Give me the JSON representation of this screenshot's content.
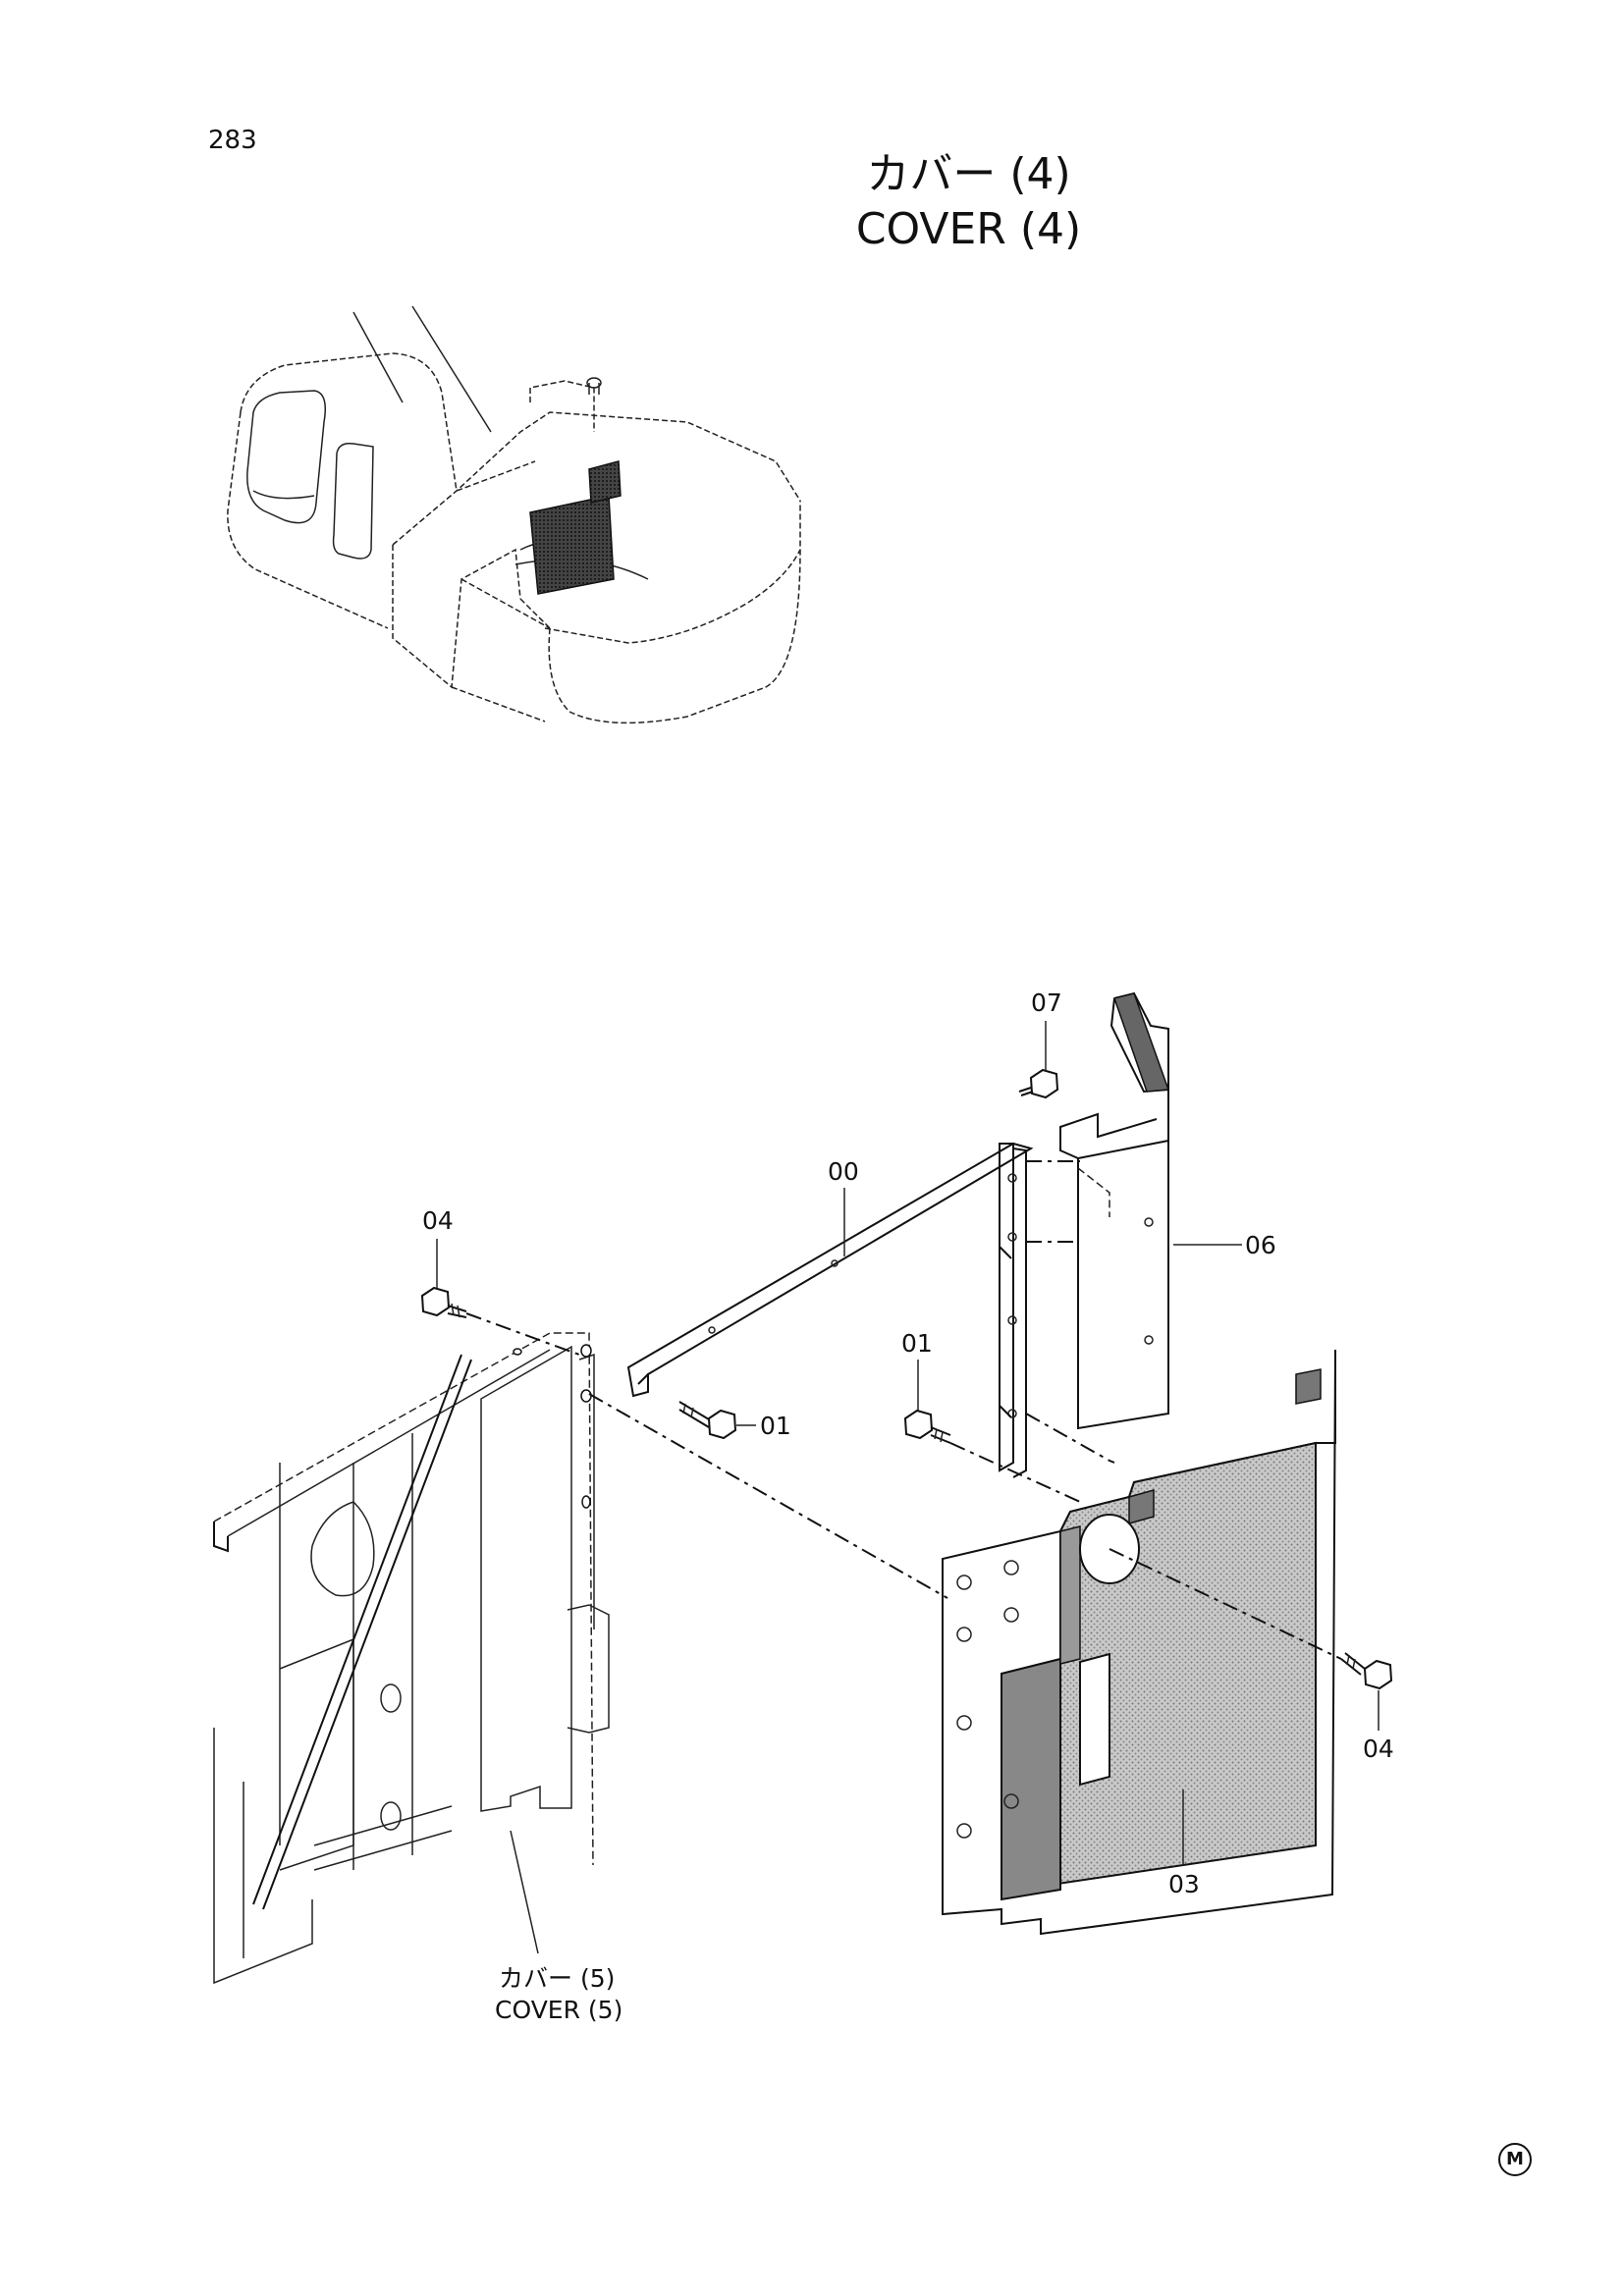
{
  "page_number": "283",
  "title": {
    "jp": "カバー (4)",
    "en": "COVER (4)"
  },
  "callouts": {
    "c07": "07",
    "c00": "00",
    "c06": "06",
    "c04_left": "04",
    "c01_mid": "01",
    "c01_right": "01",
    "c04_right": "04",
    "c03": "03"
  },
  "ref_label": {
    "jp": "カバー (5)",
    "en": "COVER (5)"
  },
  "mark": "M"
}
